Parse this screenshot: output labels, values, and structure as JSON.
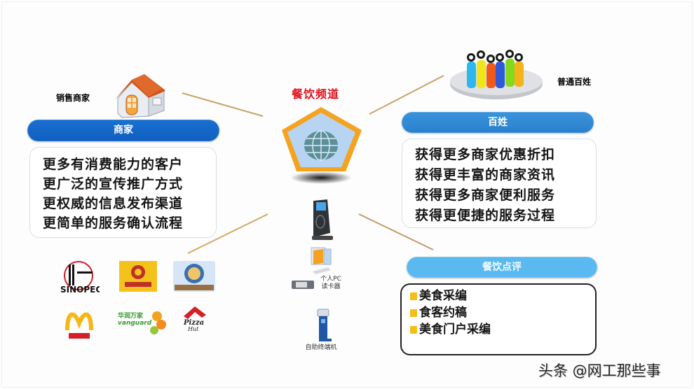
{
  "diagram": {
    "center": {
      "title": "餐饮频道",
      "icon": "globe-pentagon-icon"
    },
    "merchant": {
      "caption": "销售商家",
      "bar_label": "商家",
      "benefits": [
        "更多有消费能力的客户",
        "更广泛的宣传推广方式",
        "更权威的信息发布渠道",
        "更简单的服务确认流程"
      ],
      "logos": [
        "Sinopec",
        "餐饮品牌",
        "品牌徽标",
        "麦当劳",
        "vanguard",
        "Pizza Hut"
      ]
    },
    "public": {
      "caption": "普通百姓",
      "bar_label": "百姓",
      "benefits": [
        "获得更多商家优惠折扣",
        "获得更丰富的商家资讯",
        "获得更多商家便利服务",
        "获得更便捷的服务过程"
      ]
    },
    "review": {
      "bar_label": "餐饮点评",
      "items": [
        "美食采编",
        "食客约稿",
        "美食门户采编"
      ]
    },
    "devices": [
      {
        "name": "card-terminal",
        "label": ""
      },
      {
        "name": "pc-card-reader",
        "label_line1": "个人PC",
        "label_line2": "读卡器"
      },
      {
        "name": "self-service-kiosk",
        "label": "自助终端机"
      }
    ]
  },
  "watermark": "头条 @网工那些事",
  "colors": {
    "merchant_bar": "#1565c8",
    "public_bar": "#2f86d4",
    "review_bar": "#5ab9f0",
    "center_title": "#e0111c",
    "pentagon_border": "#f5a21e",
    "pentagon_fill": "#b7d4f2",
    "connector": "#d9a955",
    "bullet": "#f5bd17"
  }
}
